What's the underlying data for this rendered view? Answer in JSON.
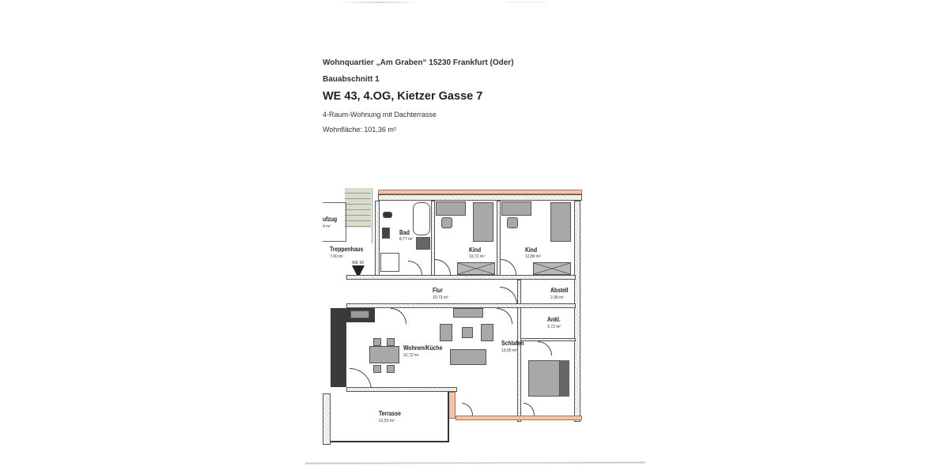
{
  "document": {
    "project_line": "Wohnquartier „Am Graben“ 15230 Frankfurt (Oder)",
    "section": "Bauabschnitt 1",
    "unit_title": "WE 43, 4.OG, Kietzer Gasse 7",
    "unit_type": "4-Raum-Wohnung mit Dachterrasse",
    "living_area": "Wohnfläche: 101,36 m²"
  },
  "floorplan": {
    "entrance_marker": "WE 43",
    "rooms": [
      {
        "name": "ufzug",
        "area": "4 m²"
      },
      {
        "name": "Treppenhaus",
        "area": "7,00 m²"
      },
      {
        "name": "Bad",
        "area": "8,77 m²"
      },
      {
        "name": "Kind",
        "area": "10,72 m²"
      },
      {
        "name": "Kind",
        "area": "12,80 m²"
      },
      {
        "name": "Flur",
        "area": "10,73 m²"
      },
      {
        "name": "Abstell",
        "area": "2,98 m²"
      },
      {
        "name": "Ankl.",
        "area": "3,72 m²"
      },
      {
        "name": "Wohnen/Küche",
        "area": "31,72 m²"
      },
      {
        "name": "Schlafen",
        "area": "13,65 m²"
      },
      {
        "name": "Terrasse",
        "area": "12,53 m²"
      }
    ]
  },
  "colors": {
    "brick": "#f2c4a6",
    "wall_dark": "#333333",
    "furniture": "#a8a8a8"
  }
}
